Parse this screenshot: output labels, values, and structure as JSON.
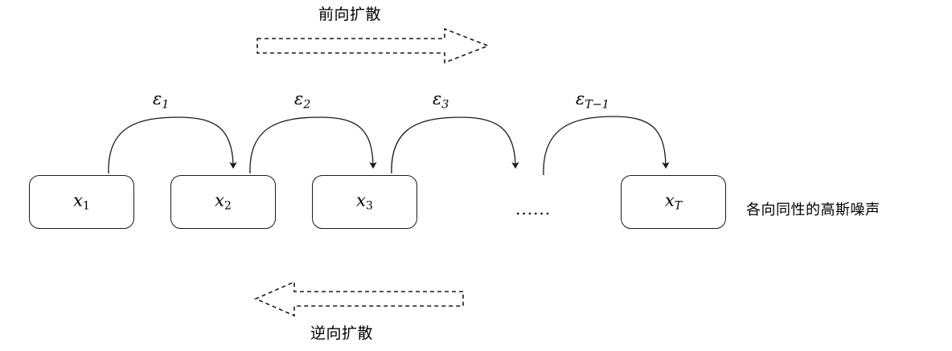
{
  "diagram": {
    "title_forward": "前向扩散",
    "title_reverse": "逆向扩散",
    "noise_annotation": "各向同性的高斯噪声",
    "ellipsis": "......",
    "stroke_color": "#1a1a1a",
    "background_color": "#ffffff",
    "states": [
      {
        "id": "x1",
        "symbol": "x",
        "subscript": "1",
        "subscript_style": "upright"
      },
      {
        "id": "x2",
        "symbol": "x",
        "subscript": "2",
        "subscript_style": "upright"
      },
      {
        "id": "x3",
        "symbol": "x",
        "subscript": "3",
        "subscript_style": "upright"
      },
      {
        "id": "xT",
        "symbol": "x",
        "subscript": "T",
        "subscript_style": "italic"
      }
    ],
    "transitions": [
      {
        "id": "eps1",
        "symbol": "ε",
        "subscript": "1"
      },
      {
        "id": "eps2",
        "symbol": "ε",
        "subscript": "2"
      },
      {
        "id": "eps3",
        "symbol": "ε",
        "subscript": "3"
      },
      {
        "id": "epsT",
        "symbol": "ε",
        "subscript": "T−1"
      }
    ],
    "arrows": [
      {
        "id": "forward-arrow",
        "direction": "right",
        "style": "dashed-outline"
      },
      {
        "id": "reverse-arrow",
        "direction": "left",
        "style": "dashed-outline"
      }
    ]
  }
}
